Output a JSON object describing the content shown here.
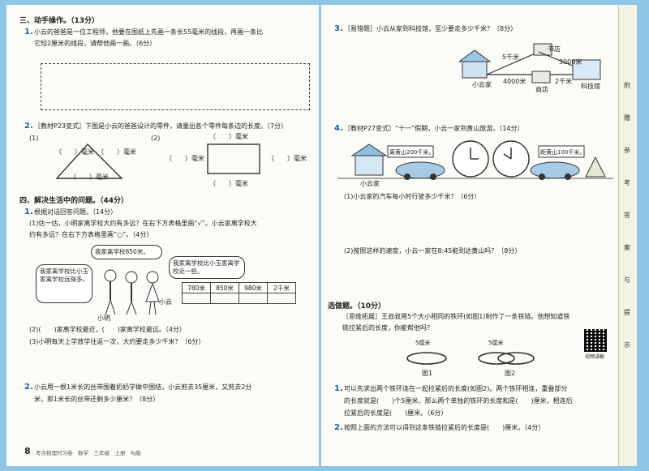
{
  "left": {
    "section3": "三、动手操作。（13分）",
    "q1_line1": "小云的爸爸是一位工程师，他要在图纸上先画一条长55毫米的线段，再画一条比",
    "q1_line2": "它短2厘米的线段，请帮他画一画。（6分）",
    "q2_line1": "［教材P23变式］下图是小云的爸爸设计的零件，请量出各个零件每条边的长度。（7分）",
    "q2_sub1": "(1)",
    "q2_sub2": "(2)",
    "unit_mm": "毫米",
    "unit_cm": "厘米",
    "section4": "四、解决生活中的问题。（44分）",
    "q4_1_title": "根据对话回答问题。（14分）",
    "q4_1_l1": "(1)估一估，小明家离学校大约有多远？在右下方表格里画“√”。小云家离学校大",
    "q4_1_l2": "约有多远？在右下方表格里画“○”。（4分）",
    "bubble_top": "我家离学校850米。",
    "bubble_left": "我家离学校比小玉家离学校远得多。",
    "bubble_right": "我家离学校比小玉家离学校近一些。",
    "name_xiaoming": "小明",
    "name_xiaoyun": "小云",
    "table_cells": [
      "780米",
      "850米",
      "980米",
      "2千米"
    ],
    "q4_1_l3": "(2)(　　)家离学校最近，(　　)家离学校最远。（4分）",
    "q4_1_l4": "(3)小明每天上学放学往返一次，大约要走多少千米？（6分）",
    "q4_2_l1": "小云用一根1米长的丝带围着奶奶学做中国结，小云剪去35厘米，又剪去2分",
    "q4_2_l2": "米，那1米长的丝带还剩多少厘米？（8分）",
    "page_num": "8",
    "footer": "考点梳理时习卷　数学　三年级　上册　RJ版"
  },
  "right": {
    "q3_l1": "［易错题］小云从家到科技馆，至少要走多少千米？（8分）",
    "map_labels": [
      "5千米",
      "书店",
      "3000米",
      "4000米",
      "2千米",
      "小云家",
      "商店",
      "科技馆"
    ],
    "q4_l1": "［教材P27变式］“十一”假期，小云一家到黄山旅游。（14分）",
    "sign_1": "离黄山200千米。",
    "sign_2": "距黄山100千米。",
    "house_label": "小云家",
    "q4_sub1": "(1)小云家的汽车每小时行驶多少千米？（6分）",
    "q4_sub2": "(2)按照这样的速度，小云一家在8:45能到达黄山吗？（8分）",
    "choose_title": "选做题。（10分）",
    "choose_l1": "［思维拓展］王叔叔用5个大小相同的铁环(如图1)制作了一条铁链。他想知道铁",
    "choose_l2": "链拉紧后的长度，你能帮他吗？",
    "fig1_label": "5厘米",
    "fig1_cap": "图1",
    "fig2_label": "5厘米",
    "fig2_cap": "图2",
    "qr_caption": "视频讲解",
    "c1_l1": "可以先求出两个铁环连在一起拉紧后的长度(如图2)。两个铁环相连，重叠部分",
    "c1_l2": "的长度就是(　　)个5厘米，那么两个单独的铁环的长度和是(　　)厘米，相连后",
    "c1_l3": "拉紧后的长度是(　　)厘米。（6分）",
    "c2_l1": "按照上面的方法可以得到这条铁链拉紧后的长度是(　　)厘米。（4分）"
  },
  "sidebar": [
    "附",
    "赠",
    "参",
    "考",
    "答",
    "案",
    "与",
    "提",
    "示"
  ]
}
